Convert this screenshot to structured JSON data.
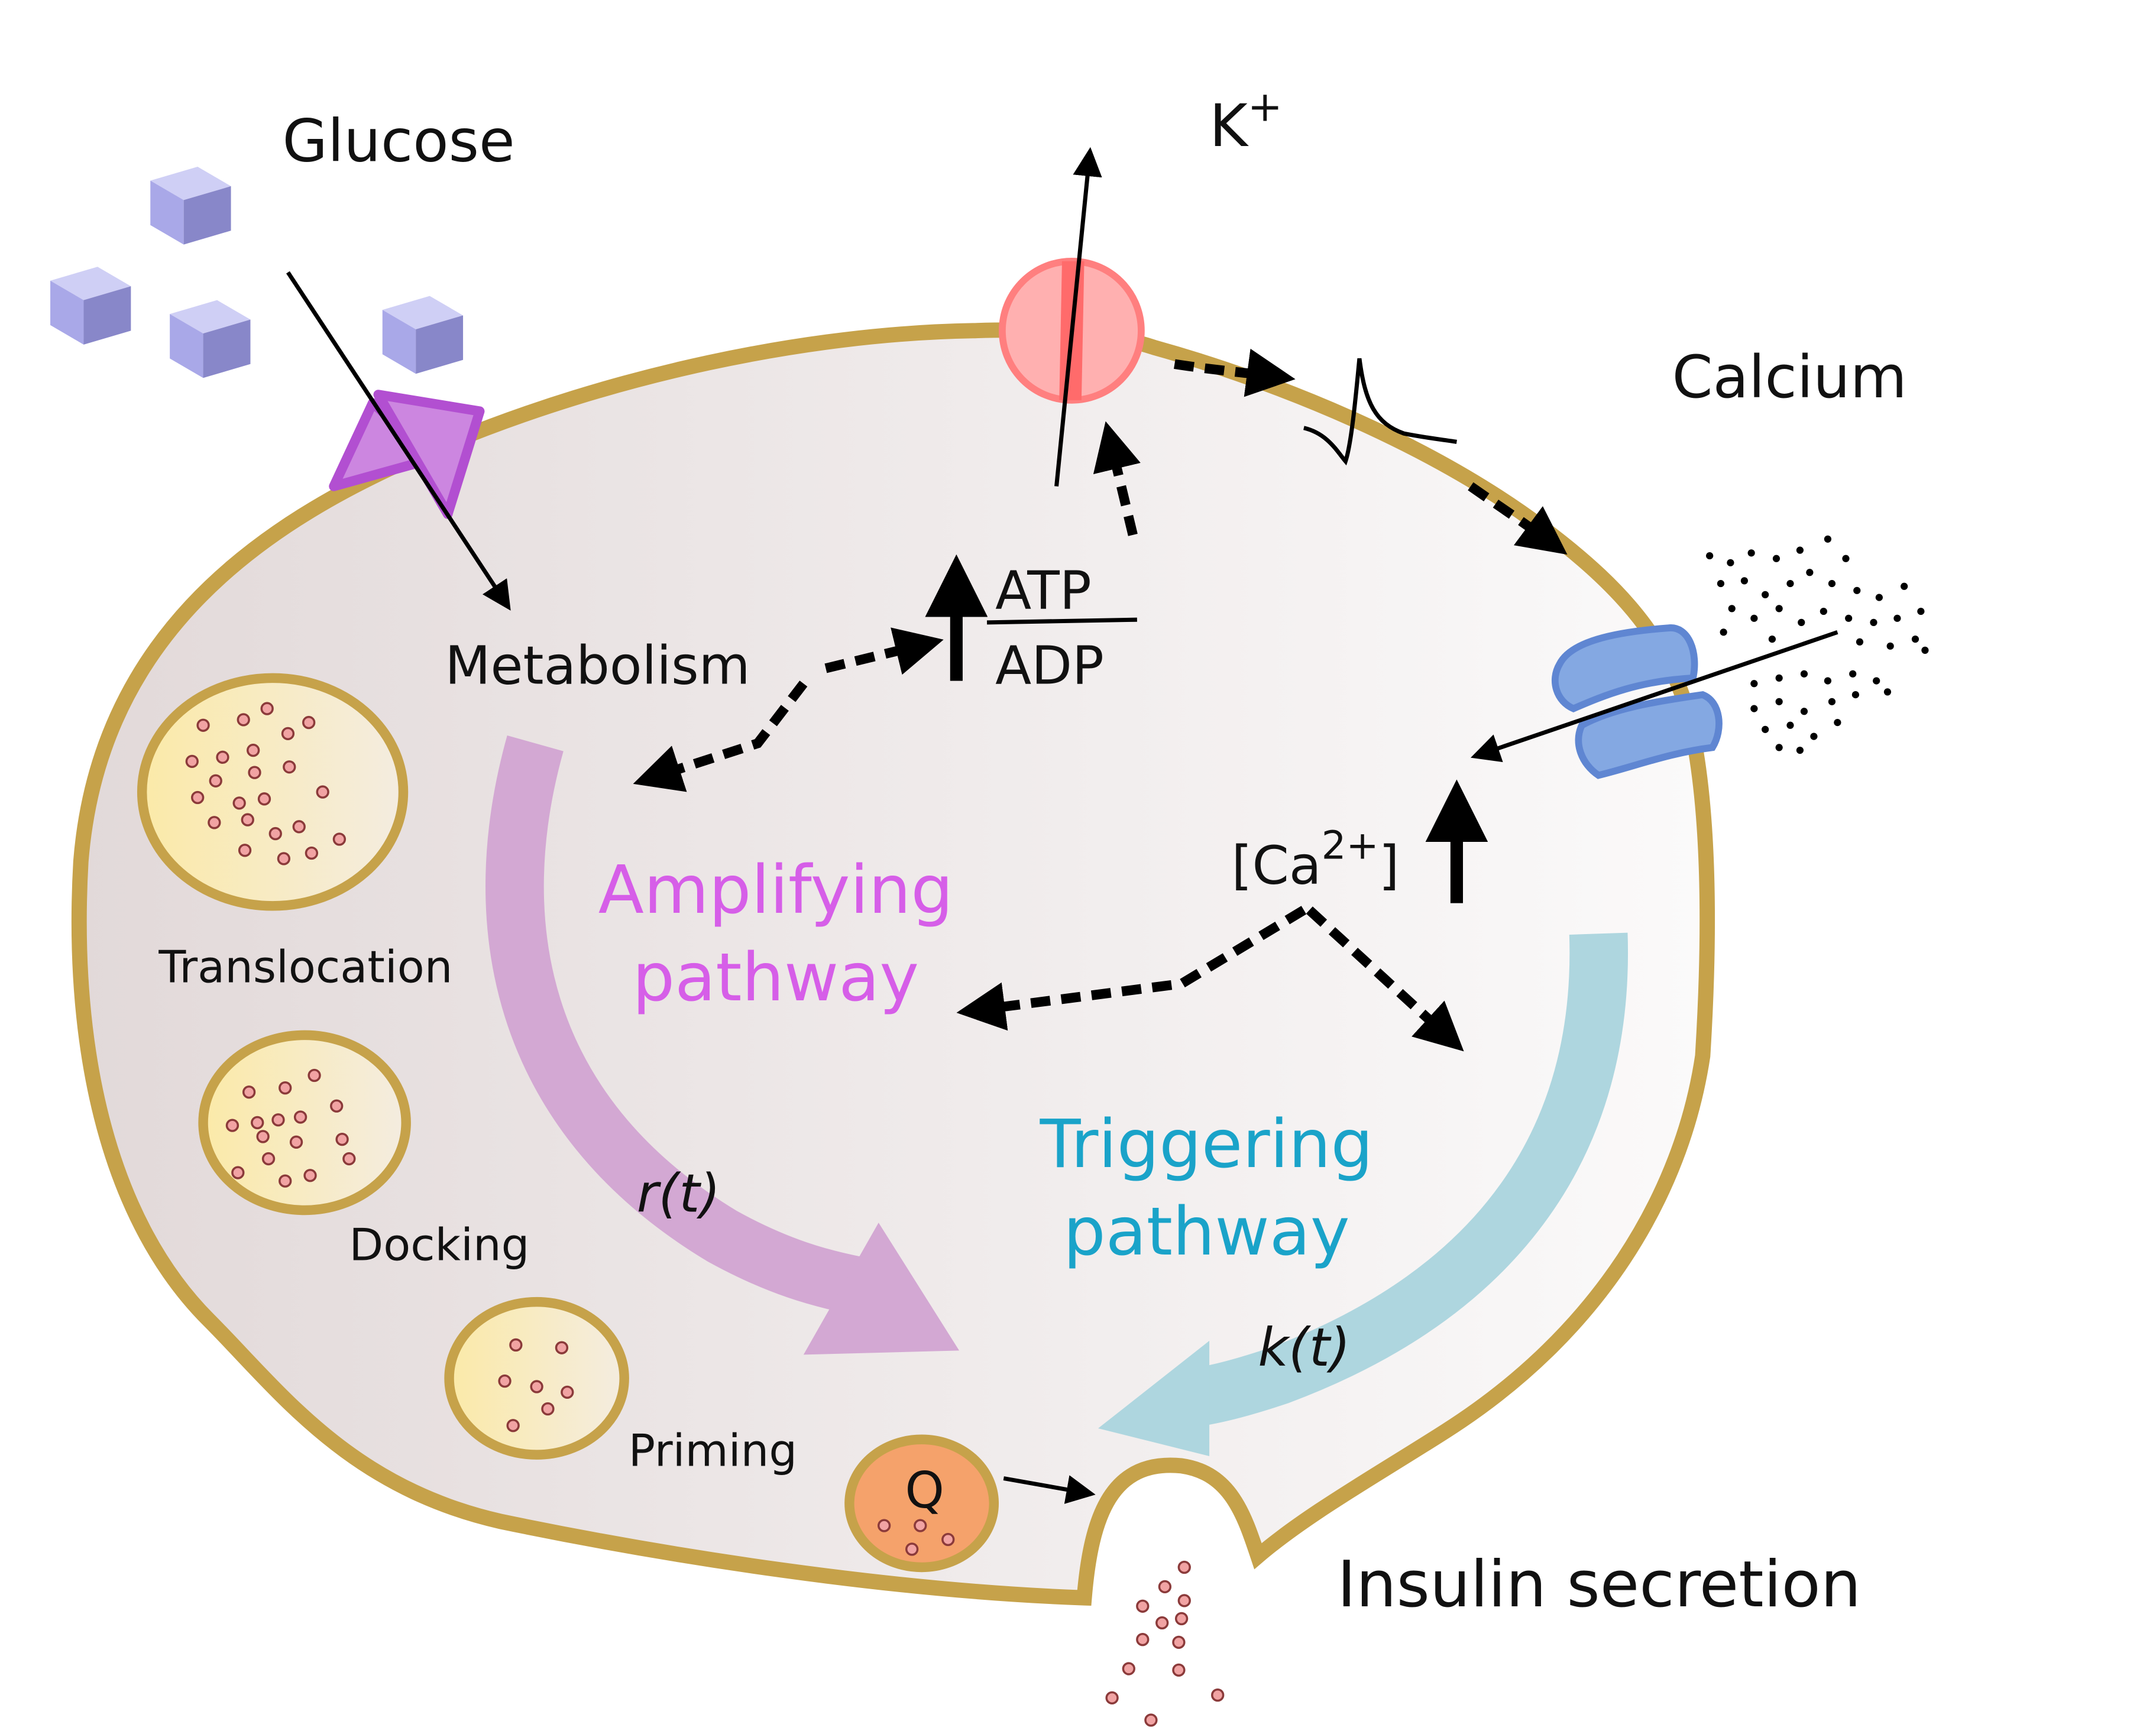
{
  "labels": {
    "glucose": "Glucose",
    "potassium": "K",
    "potassium_sup": "+",
    "calcium": "Calcium",
    "metabolism": "Metabolism",
    "atp": "ATP",
    "adp": "ADP",
    "ca_open": "[Ca",
    "ca_sup": "2+",
    "ca_close": "]",
    "amplifying_line1": "Amplifying",
    "amplifying_line2": "pathway",
    "triggering_line1": "Triggering",
    "triggering_line2": "pathway",
    "r_t": "r(t)",
    "k_t": "k(t)",
    "translocation": "Translocation",
    "docking": "Docking",
    "priming": "Priming",
    "q": "Q",
    "insulin_secretion": "Insulin secretion"
  },
  "colors": {
    "membrane": "#c6a24a",
    "cell_fill_left": "#e4dcdc",
    "cell_fill_right": "#f9f8f8",
    "amplifying_text": "#d65ee8",
    "amplifying_arrow": "#d3a8d3",
    "triggering_text": "#1aa3c9",
    "triggering_arrow": "#aed6df",
    "k_channel": "#ff8f8f",
    "glucose_transporter": "#c46de0",
    "calcium_channel": "#7ea0dd",
    "vesicle_fill": "#faebb4",
    "q_vesicle_fill": "#f5a26b",
    "granule": "#e07070",
    "glucose_cube": "#9c9be0"
  },
  "icons": {
    "glucose": "glucose-cube-icon",
    "transporter": "glucose-transporter-icon",
    "k_channel": "potassium-channel-icon",
    "ca_channel": "calcium-channel-icon",
    "action_potential": "action-potential-spike-icon"
  }
}
